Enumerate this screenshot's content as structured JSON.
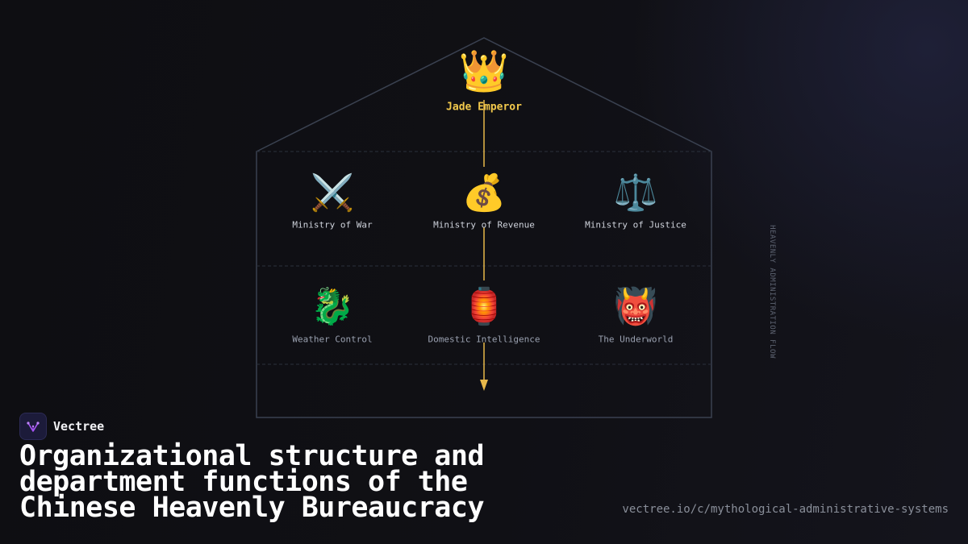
{
  "top": {
    "icon": "👑",
    "icon_name": "crown-icon",
    "label": "Jade Emperor"
  },
  "ministries": [
    {
      "icon": "⚔️",
      "icon_name": "crossed-swords-icon",
      "label": "Ministry of War"
    },
    {
      "icon": "💰",
      "icon_name": "money-bag-icon",
      "label": "Ministry of Revenue"
    },
    {
      "icon": "⚖️",
      "icon_name": "scales-icon",
      "label": "Ministry of Justice"
    }
  ],
  "departments": [
    {
      "icon": "🐉",
      "icon_name": "dragon-icon",
      "label": "Weather Control"
    },
    {
      "icon": "🏮",
      "icon_name": "lantern-icon",
      "label": "Domestic Intelligence"
    },
    {
      "icon": "👹",
      "icon_name": "ogre-icon",
      "label": "The Underworld"
    }
  ],
  "side_label": "HEAVENLY ADMINISTRATION FLOW",
  "brand": {
    "name": "Vectree",
    "logo_icon": "vectree-logo-icon"
  },
  "headline": "Organizational structure and department functions of the Chinese Heavenly Bureaucracy",
  "source_url": "vectree.io/c/mythological-administrative-systems",
  "colors": {
    "background": "#0f0f13",
    "outline": "#3a4150",
    "connector": "#e8b84a",
    "emperor_label": "#f2c94c",
    "logo_accent": "#a855f7"
  }
}
